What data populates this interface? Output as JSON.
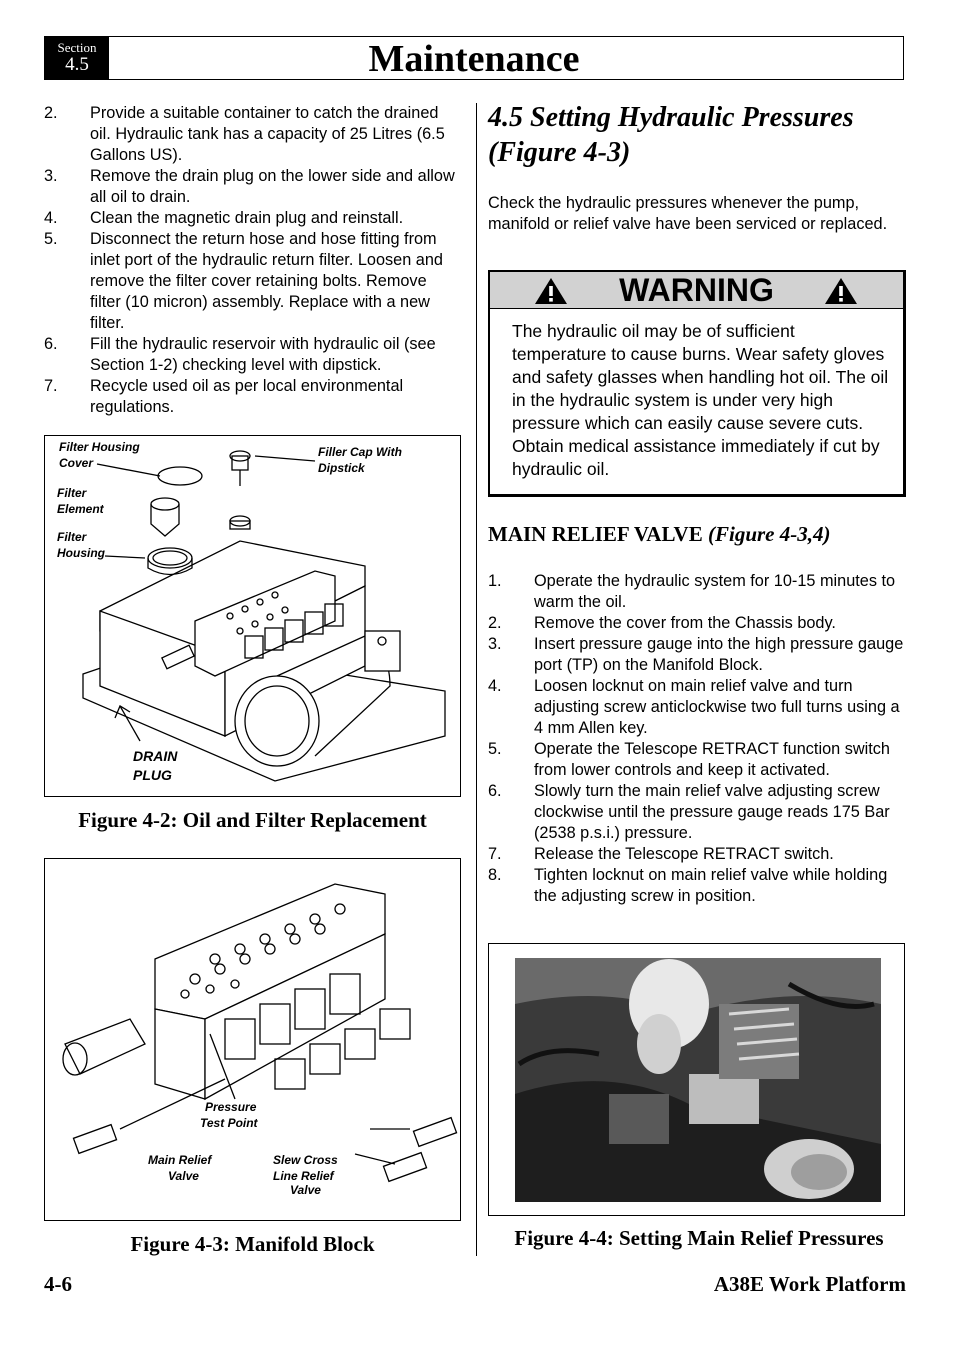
{
  "header": {
    "section_label": "Section",
    "section_number": "4.5",
    "title": "Maintenance"
  },
  "left_steps": [
    {
      "n": "2.",
      "text": "Provide a suitable container to catch the drained oil. Hydraulic tank has a capacity of 25 Litres (6.5 Gallons US)."
    },
    {
      "n": "3.",
      "text": "Remove the drain plug on the lower side and allow all oil to drain."
    },
    {
      "n": "4.",
      "text": "Clean the magnetic drain plug and reinstall."
    },
    {
      "n": "5.",
      "text": "Disconnect the return hose and hose fitting from inlet port of the hydraulic return filter. Loosen and remove the filter cover retaining bolts. Remove filter (10 micron) assembly. Replace with a new filter."
    },
    {
      "n": "6.",
      "text": "Fill the hydraulic reservoir with hydraulic oil (see Section 1-2) checking level with dipstick."
    },
    {
      "n": "7.",
      "text": "Recycle used oil as per local environmental regulations."
    }
  ],
  "figure2": {
    "caption": "Figure 4-2: Oil and Filter Replacement",
    "labels": {
      "housing_cover_1": "Filter Housing",
      "housing_cover_2": "Cover",
      "element_1": "Filter",
      "element_2": "Element",
      "housing_1": "Filter",
      "housing_2": "Housing",
      "cap_1": "Filler Cap With",
      "cap_2": "Dipstick",
      "drain_1": "DRAIN",
      "drain_2": "PLUG"
    }
  },
  "figure3": {
    "caption": "Figure 4-3: Manifold Block",
    "labels": {
      "ptp_1": "Pressure",
      "ptp_2": "Test Point",
      "mrv_1": "Main Relief",
      "mrv_2": "Valve",
      "slew_1": "Slew Cross",
      "slew_2": "Line Relief",
      "slew_3": "Valve"
    }
  },
  "section": {
    "heading_line1": "4.5  Setting Hydraulic Pressures",
    "heading_line2": "(Figure 4-3)",
    "intro": "Check the hydraulic pressures whenever the pump, manifold or relief valve have been serviced or replaced."
  },
  "warning": {
    "title": "WARNING",
    "text": "The hydraulic oil may be of sufficient temperature to cause burns. Wear safety gloves and safety glasses when handling hot oil. The oil in the hydraulic system is under very high pressure which can easily cause severe cuts. Obtain medical assistance immediately if cut by hydraulic oil."
  },
  "subsection": {
    "title": "MAIN RELIEF VALVE",
    "figure_ref": "(Figure 4-3,4)"
  },
  "right_steps": [
    {
      "n": "1.",
      "text": "Operate the hydraulic system for 10-15 minutes to warm the oil."
    },
    {
      "n": "2.",
      "text": "Remove the cover from the Chassis body."
    },
    {
      "n": "3.",
      "text": "Insert pressure gauge into the high pressure gauge port (TP) on the Manifold Block."
    },
    {
      "n": "4.",
      "text": "Loosen locknut on main relief valve and turn adjusting screw anticlockwise two full turns using a 4 mm Allen key."
    },
    {
      "n": "5.",
      "text": "Operate the Telescope RETRACT function switch from lower controls and keep it activated."
    },
    {
      "n": "6.",
      "text": "Slowly turn the main relief valve adjusting screw clockwise until the pressure gauge reads 175 Bar (2538 p.s.i.) pressure."
    },
    {
      "n": "7.",
      "text": "Release the Telescope RETRACT switch."
    },
    {
      "n": "8.",
      "text": "Tighten locknut on main relief valve while holding the adjusting screw in position."
    }
  ],
  "figure4": {
    "caption": "Figure 4-4: Setting Main Relief Pressures"
  },
  "footer": {
    "page": "4-6",
    "product": "A38E Work Platform"
  }
}
